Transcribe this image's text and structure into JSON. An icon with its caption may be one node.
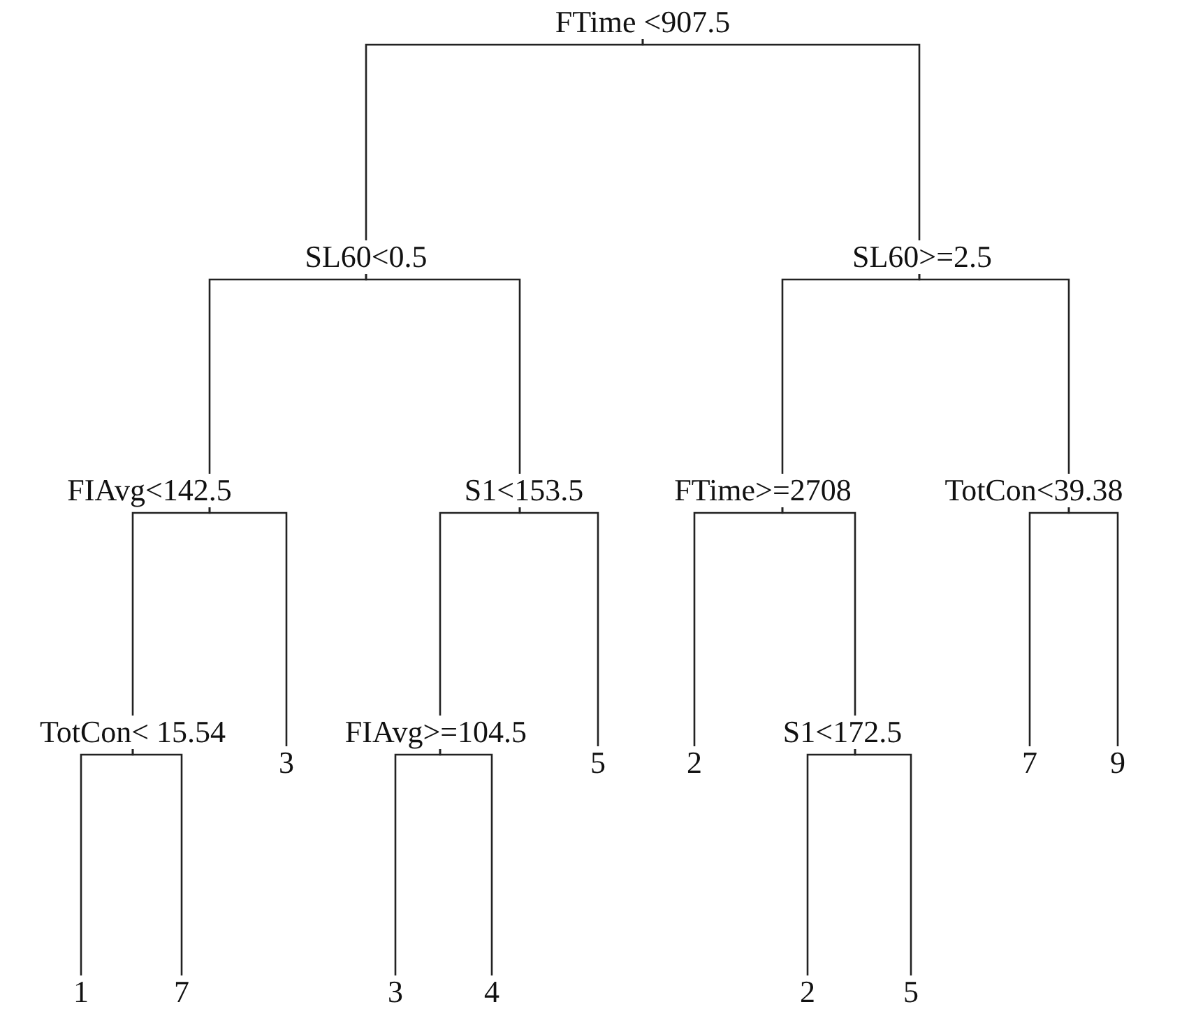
{
  "diagram": {
    "nodes": [
      {
        "text": [
          "FTime <907.5"
        ]
      },
      {
        "text": [
          "SL60<0.5"
        ]
      },
      {
        "text": [
          "SL60>=2.5"
        ]
      },
      {
        "text": [
          "FIAvg<142.5"
        ]
      },
      {
        "text": [
          "S1<153.5"
        ]
      },
      {
        "text": [
          "FTime>=2708"
        ]
      },
      {
        "text": [
          "TotCon<39.38"
        ]
      },
      {
        "text": [
          "TotCon< 15.54"
        ]
      },
      {
        "text": [
          "3"
        ]
      },
      {
        "text": [
          "FIAvg>=104.5"
        ]
      },
      {
        "text": [
          "5"
        ]
      },
      {
        "text": [
          "2"
        ]
      },
      {
        "text": [
          "S1<172.5"
        ]
      },
      {
        "text": [
          "7"
        ]
      },
      {
        "text": [
          "9"
        ]
      },
      {
        "text": [
          "1"
        ]
      },
      {
        "text": [
          "7"
        ]
      },
      {
        "text": [
          "3"
        ]
      },
      {
        "text": [
          "4"
        ]
      },
      {
        "text": [
          "2"
        ]
      },
      {
        "text": [
          "5"
        ]
      }
    ],
    "edges": [
      {
        "from": 0,
        "to": 1,
        "arrow": "none"
      },
      {
        "from": 0,
        "to": 2,
        "arrow": "none"
      },
      {
        "from": 1,
        "to": 3,
        "arrow": "none"
      },
      {
        "from": 1,
        "to": 4,
        "arrow": "none"
      },
      {
        "from": 2,
        "to": 5,
        "arrow": "none"
      },
      {
        "from": 2,
        "to": 6,
        "arrow": "none"
      },
      {
        "from": 3,
        "to": 7,
        "arrow": "none"
      },
      {
        "from": 3,
        "to": 8,
        "arrow": "none"
      },
      {
        "from": 4,
        "to": 9,
        "arrow": "none"
      },
      {
        "from": 4,
        "to": 10,
        "arrow": "none"
      },
      {
        "from": 5,
        "to": 11,
        "arrow": "none"
      },
      {
        "from": 5,
        "to": 12,
        "arrow": "none"
      },
      {
        "from": 6,
        "to": 13,
        "arrow": "none"
      },
      {
        "from": 6,
        "to": 14,
        "arrow": "none"
      },
      {
        "from": 7,
        "to": 15,
        "arrow": "none"
      },
      {
        "from": 7,
        "to": 16,
        "arrow": "none"
      },
      {
        "from": 9,
        "to": 17,
        "arrow": "none"
      },
      {
        "from": 9,
        "to": 18,
        "arrow": "none"
      },
      {
        "from": 12,
        "to": 19,
        "arrow": "none"
      },
      {
        "from": 12,
        "to": 20,
        "arrow": "none"
      }
    ]
  }
}
